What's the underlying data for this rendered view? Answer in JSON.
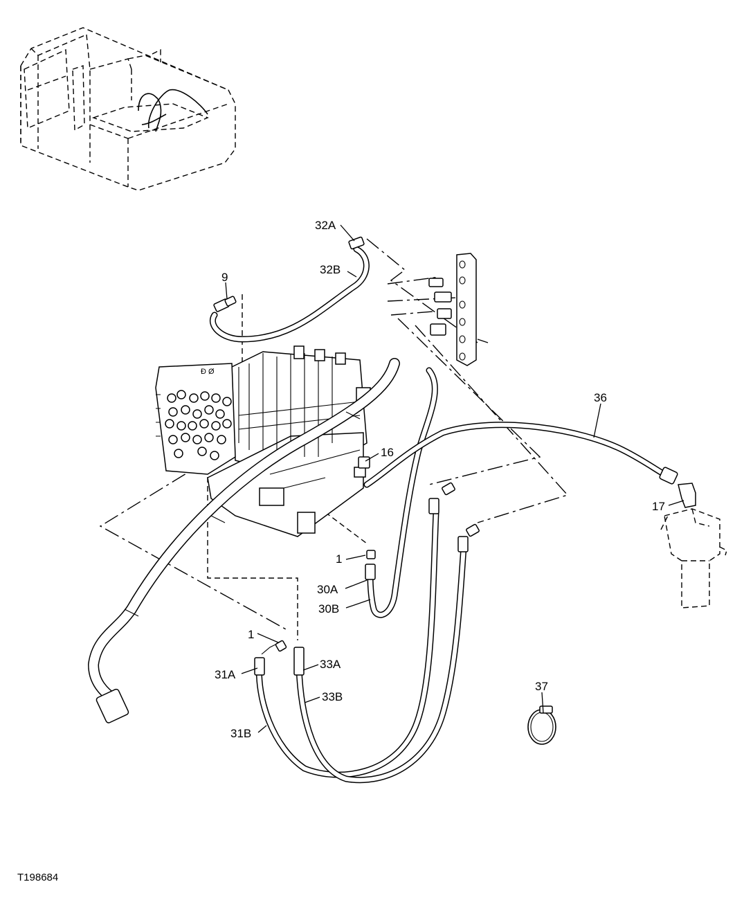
{
  "figure_id": "T198684",
  "callouts": {
    "c32A": "32A",
    "c32B": "32B",
    "c9": "9",
    "c16": "16",
    "c36": "36",
    "c17": "17",
    "c1a": "1",
    "c30A": "30A",
    "c30B": "30B",
    "c1b": "1",
    "c31A": "31A",
    "c33A": "33A",
    "c33B": "33B",
    "c31B": "31B",
    "c37": "37"
  }
}
